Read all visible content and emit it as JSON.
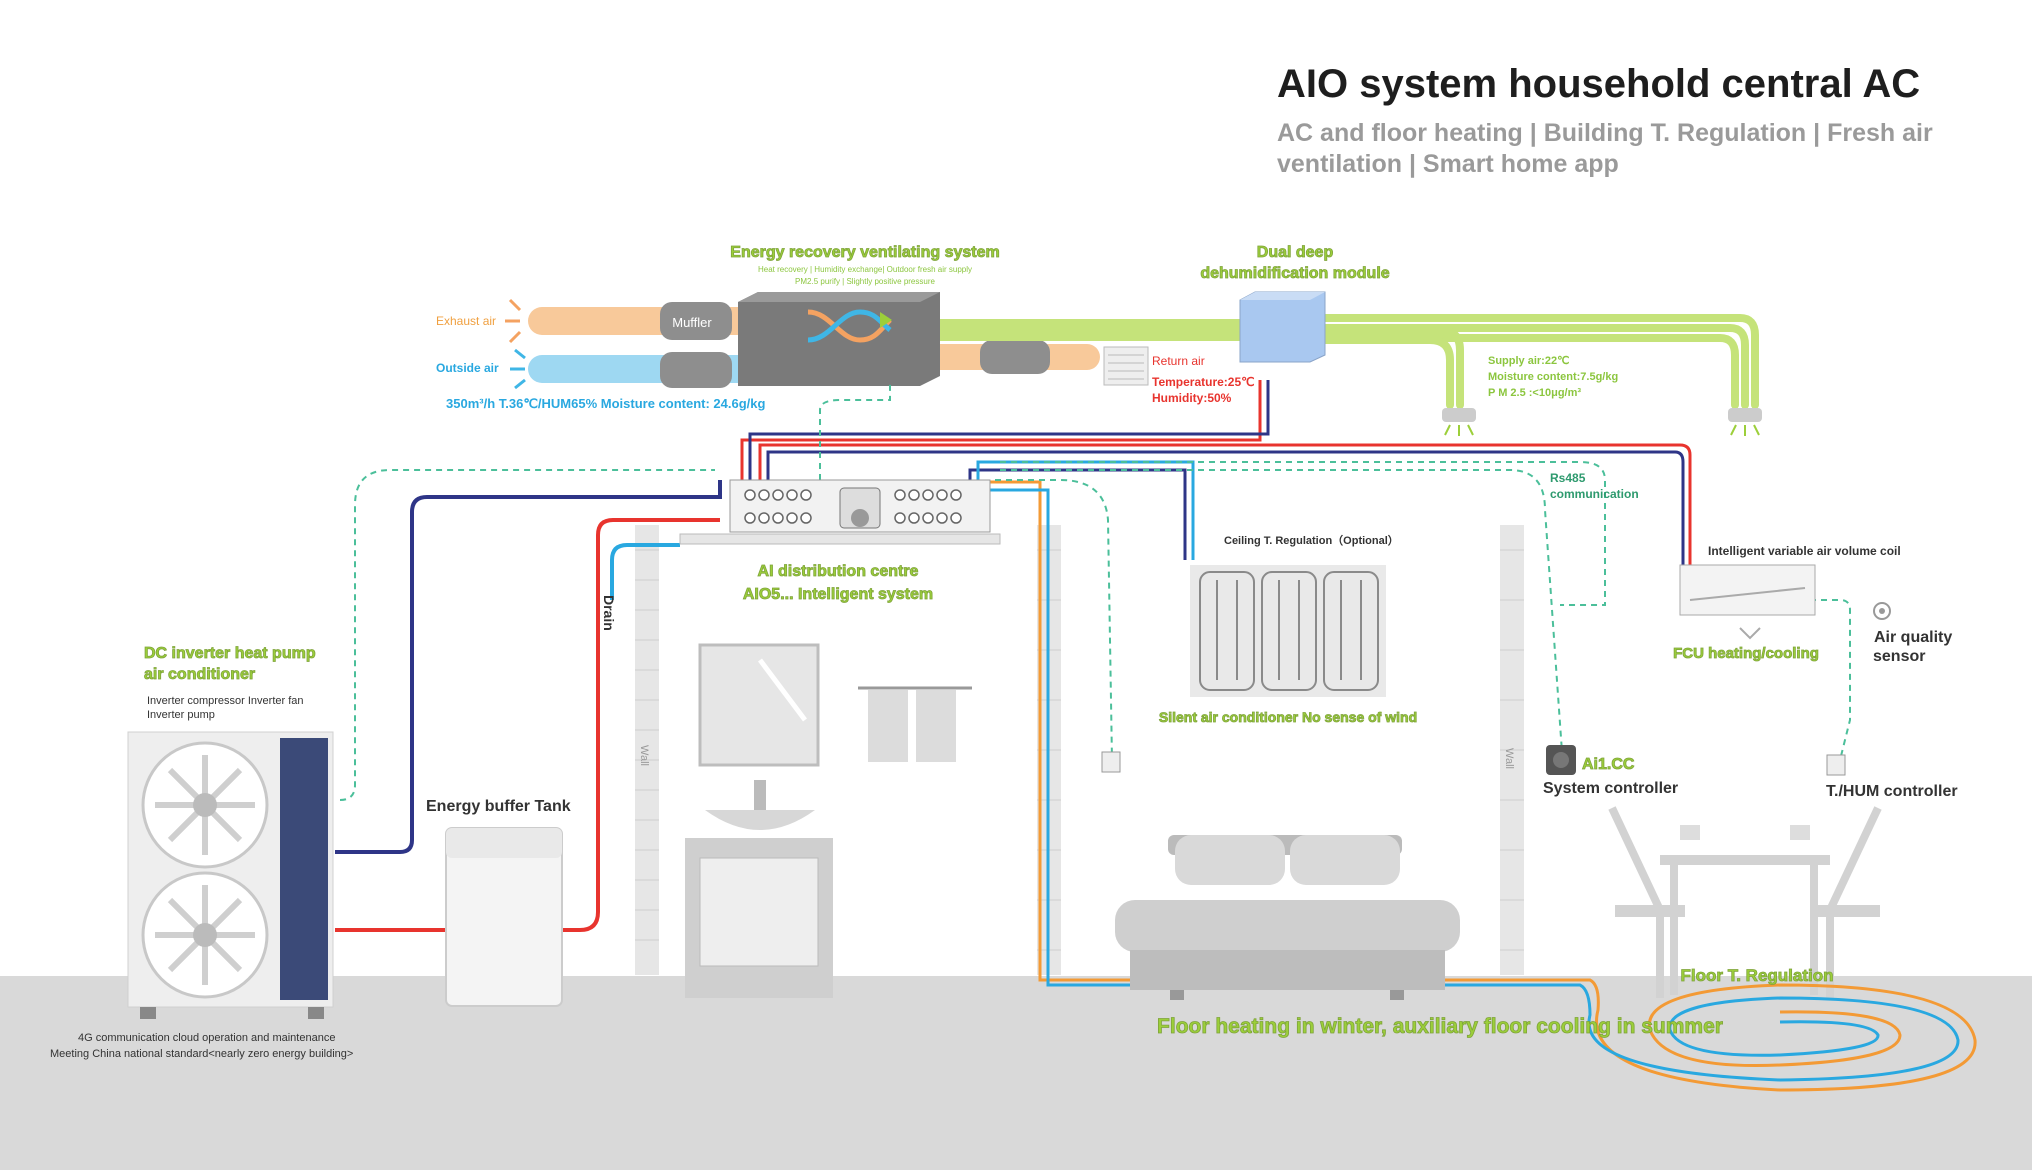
{
  "header": {
    "title": "AIO system household central AC",
    "subtitle": "AC and floor heating | Building T. Regulation | Fresh air ventilation | Smart home app"
  },
  "erv": {
    "title": "Energy recovery ventilating system",
    "line1": "Heat recovery | Humidity exchange| Outdoor fresh air supply",
    "line2": "PM2.5 purify | Slightly positive pressure",
    "exhaust": "Exhaust air",
    "outside": "Outside air",
    "muffler": "Muffler",
    "spec": "350m³/h  T.36℃/HUM65% Moisture content:  24.6g/kg"
  },
  "dehum": {
    "title_line1": "Dual deep",
    "title_line2": "dehumidification module"
  },
  "return_air": {
    "title": "Return air",
    "temp": "Temperature:25℃",
    "hum": "Humidity:50%"
  },
  "supply": {
    "line1": "Supply air:22℃",
    "line2": "Moisture content:7.5g/kg",
    "line3": "P M 2.5 :<10μg/m³"
  },
  "rs485": {
    "line1": "Rs485",
    "line2": "communication"
  },
  "distribution": {
    "line1": "AI distribution centre",
    "line2": "AIO5... Intelligent system"
  },
  "heat_pump": {
    "title_line1": "DC inverter heat pump",
    "title_line2": "air conditioner",
    "spec1": "Inverter compressor Inverter fan",
    "spec2": "Inverter  pump",
    "footer1": "4G communication cloud operation and maintenance",
    "footer2": "Meeting China national standard<nearly zero energy building>"
  },
  "drain": "Drain",
  "buffer_tank": "Energy buffer Tank",
  "wall": "Wall",
  "ceiling": {
    "title": "Ceiling T. Regulation（Optional）",
    "caption": "Silent air conditioner  No sense of wind"
  },
  "fcu": {
    "title": "Intelligent variable air volume coil",
    "caption": "FCU heating/cooling"
  },
  "air_quality": {
    "line1": "Air quality",
    "line2": "sensor"
  },
  "controller": {
    "brand": "Ai1.CC",
    "label": "System controller"
  },
  "thum_controller": "T./HUM controller",
  "floor": {
    "regulation": "Floor T. Regulation",
    "caption": "Floor heating in winter, auxiliary floor cooling in summer"
  },
  "colors": {
    "green": "#a8d44a",
    "orange_duct": "#f8c99a",
    "blue_duct": "#9ed8f2",
    "red_pipe": "#e8342e",
    "navy_pipe": "#2e3587",
    "blue_pipe": "#29a8e0",
    "orange_pipe": "#f39a35",
    "dashed": "#4bbf9a"
  }
}
